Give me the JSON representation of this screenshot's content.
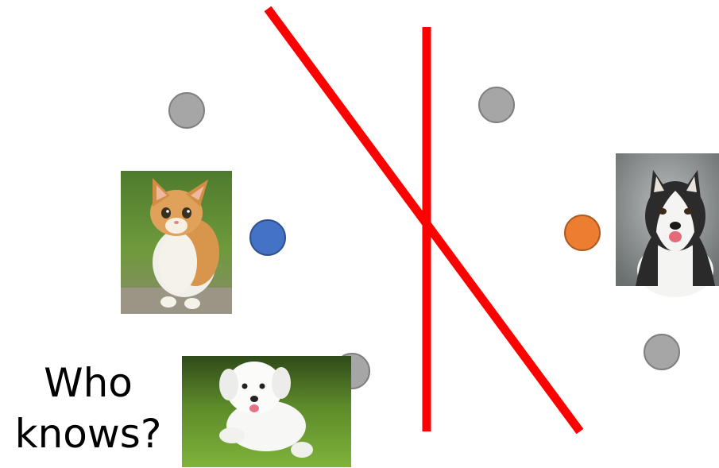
{
  "caption": {
    "line1": "Who",
    "line2": "knows?"
  },
  "images": {
    "kitten": "kitten-photo",
    "husky": "husky-photo",
    "puppy": "white-puppy-photo"
  },
  "points": [
    {
      "name": "gray-point-top-left",
      "color": "#a6a6a6"
    },
    {
      "name": "gray-point-top-right",
      "color": "#a6a6a6"
    },
    {
      "name": "blue-point",
      "color": "#4472c4"
    },
    {
      "name": "orange-point",
      "color": "#ed7d31"
    },
    {
      "name": "gray-point-bottom-right",
      "color": "#a6a6a6"
    },
    {
      "name": "gray-point-bottom-center",
      "color": "#a6a6a6"
    }
  ],
  "colors": {
    "boundary": "#ff0000",
    "point_outline": "#7f7f7f"
  }
}
